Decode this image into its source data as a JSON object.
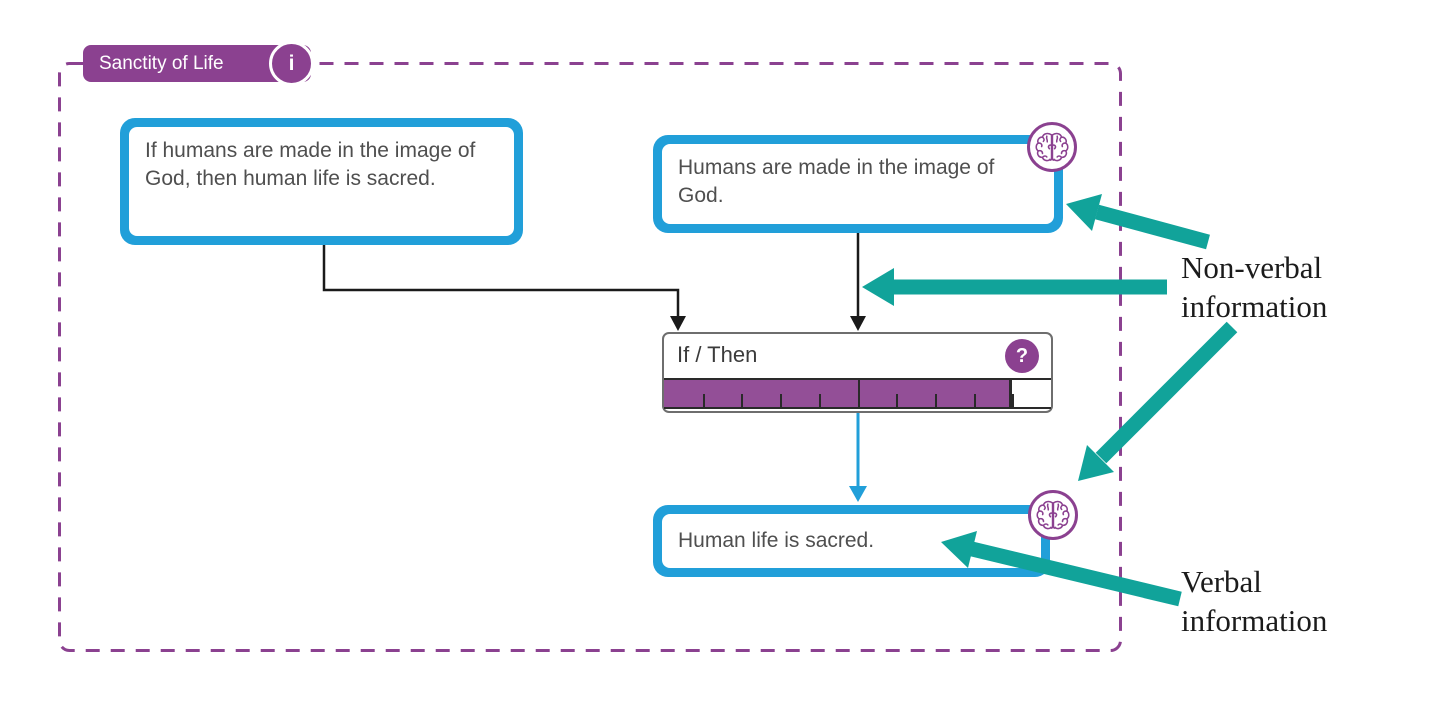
{
  "frame": {
    "title": "Sanctity of Life",
    "info_icon": "i"
  },
  "nodes": {
    "conditional_premise": {
      "text": "If humans are made in the image of God, then human life is sacred."
    },
    "fact_premise": {
      "text": "Humans are made in the image of God."
    },
    "if_then": {
      "label": "If / Then",
      "help_icon": "?",
      "confidence_percent": 90,
      "gauge_segments": 10
    },
    "conclusion": {
      "text": "Human life is sacred."
    }
  },
  "callouts": {
    "non_verbal": "Non-verbal information",
    "verbal": "Verbal information"
  },
  "colors": {
    "purple": "#8b4190",
    "blue": "#219fd9",
    "teal": "#11a39a",
    "gauge_fill": "#934f97",
    "connector_black": "#1a1a1a"
  }
}
